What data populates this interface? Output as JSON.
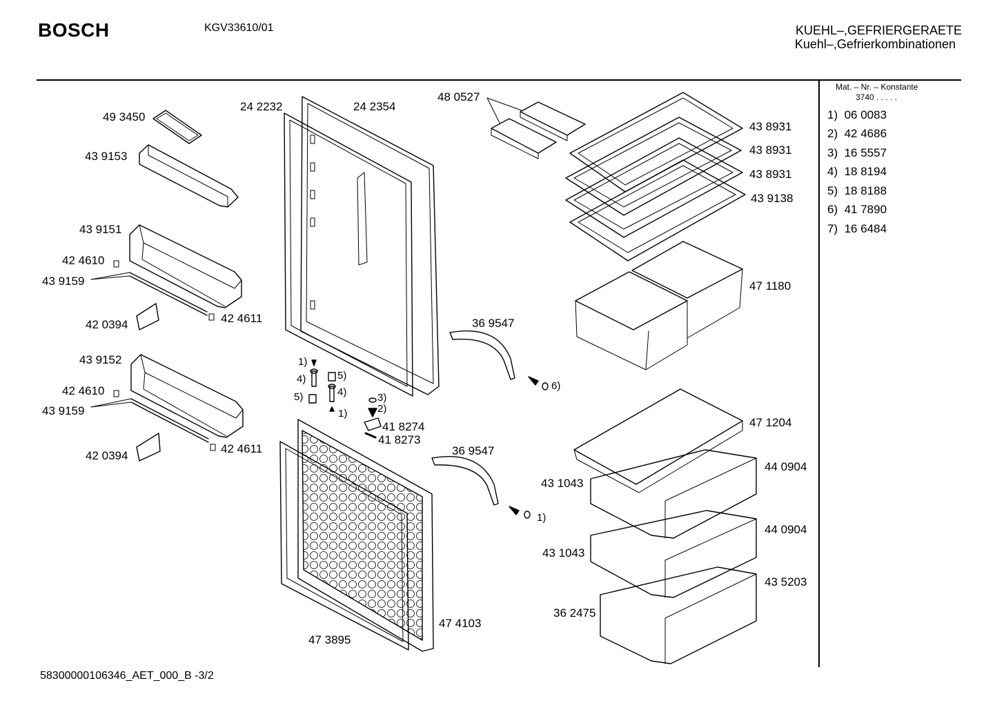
{
  "header": {
    "brand": "BOSCH",
    "model": "KGV33610/01",
    "category_line1": "KUEHL–,GEFRIERGERAETE",
    "category_line2": "Kuehl–,Gefrierkombinationen"
  },
  "konstante": {
    "title": "Mat. – Nr. – Konstante",
    "value": "3740  .   .   .   .   .",
    "rows": [
      {
        "num": "1)",
        "val": "06 0083"
      },
      {
        "num": "2)",
        "val": "42 4686"
      },
      {
        "num": "3)",
        "val": "16 5557"
      },
      {
        "num": "4)",
        "val": "18 8194"
      },
      {
        "num": "5)",
        "val": "18 8188"
      },
      {
        "num": "6)",
        "val": "41 7890"
      },
      {
        "num": "7)",
        "val": "16 6484"
      }
    ]
  },
  "parts": {
    "p493450": "49 3450",
    "p439153": "43 9153",
    "p439151": "43 9151",
    "p424610a": "42 4610",
    "p439159a": "43 9159",
    "p424611a": "42 4611",
    "p420394a": "42 0394",
    "p439152": "43 9152",
    "p424610b": "42 4610",
    "p439159b": "43 9159",
    "p424611b": "42 4611",
    "p420394b": "42 0394",
    "p242232": "24 2232",
    "p242354": "24 2354",
    "p480527": "48 0527",
    "p438931a": "43 8931",
    "p438931b": "43 8931",
    "p438931c": "43 8931",
    "p439138": "43 9138",
    "p471180": "47 1180",
    "p369547a": "36 9547",
    "p369547b": "36 9547",
    "p418274": "41 8274",
    "p418273": "41 8273",
    "p471204": "47 1204",
    "p440904a": "44 0904",
    "p440904b": "44 0904",
    "p431043a": "43 1043",
    "p431043b": "43 1043",
    "p435203": "43 5203",
    "p362475": "36 2475",
    "p474103": "47 4103",
    "p473895": "47 3895"
  },
  "refs": {
    "r1a": "1)",
    "r4a": "4)",
    "r5a": "5)",
    "r5b": "5)",
    "r4b": "4)",
    "r1b": "1)",
    "r3": "3)",
    "r2": "2)",
    "r6": "6)",
    "r1c": "1)"
  },
  "footer": {
    "doc_id": "58300000106346_AET_000_B -3/2"
  }
}
